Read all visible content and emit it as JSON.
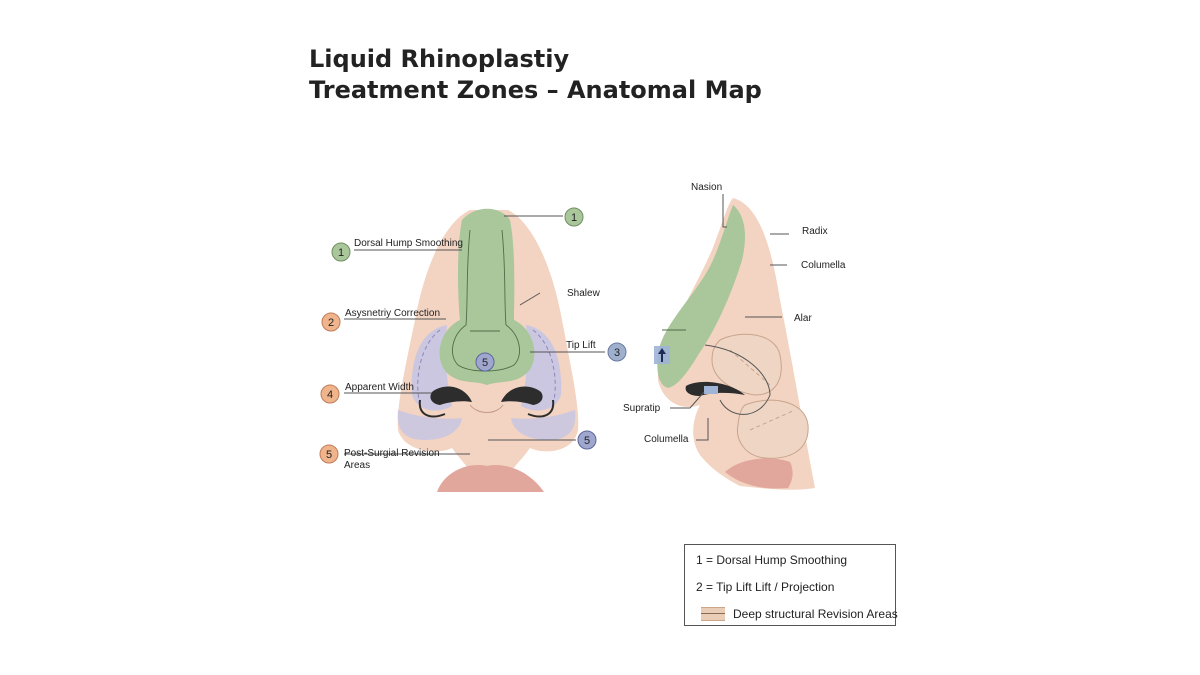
{
  "title": {
    "line1": "Liquid Rhinoplastiy",
    "line2": "Treatment Zones – Anatomal Map"
  },
  "front_view": {
    "callouts": [
      {
        "number": "1",
        "text": "",
        "color": "#a9c79b"
      },
      {
        "number": "1",
        "text": "Dorsal Hump Smoothing",
        "color": "#a9c79b"
      },
      {
        "number": "",
        "text": "Shalew",
        "color": ""
      },
      {
        "number": "2",
        "text": "Asysnetriy Correction",
        "color": "#f0b48c"
      },
      {
        "number": "3",
        "text": "Tip Lift",
        "color": "#9fb0cf"
      },
      {
        "number": "5",
        "text": "",
        "color": "#9fa7cf"
      },
      {
        "number": "4",
        "text": "Apparent Width",
        "color": "#f0b48c"
      },
      {
        "number": "5",
        "text": "",
        "color": "#9fa7cf"
      },
      {
        "number": "5",
        "text": "Post-Surgial Revision",
        "text2": "Areas",
        "color": "#f0b48c"
      }
    ]
  },
  "side_view": {
    "labels": {
      "nasion": "Nasion",
      "radix": "Radix",
      "columella_top": "Columella",
      "alar": "Alar",
      "supratip": "Supratip",
      "columella_bottom": "Columella"
    },
    "arrow_icon": "up-arrow-icon"
  },
  "legend": {
    "row1": "1 = Dorsal Hump  Smoothing",
    "row2": "2 = Tip Lift Lift  / Projection",
    "row3": "Deep structural Revision Areas"
  },
  "colors": {
    "skin": "#f3d3c1",
    "green_zone": "#a9c79b",
    "purple_zone": "#c7c5e4",
    "orange_badge": "#f0b48c",
    "blue_badge": "#9fb0cf",
    "blue_spot": "#9fb4d6"
  }
}
